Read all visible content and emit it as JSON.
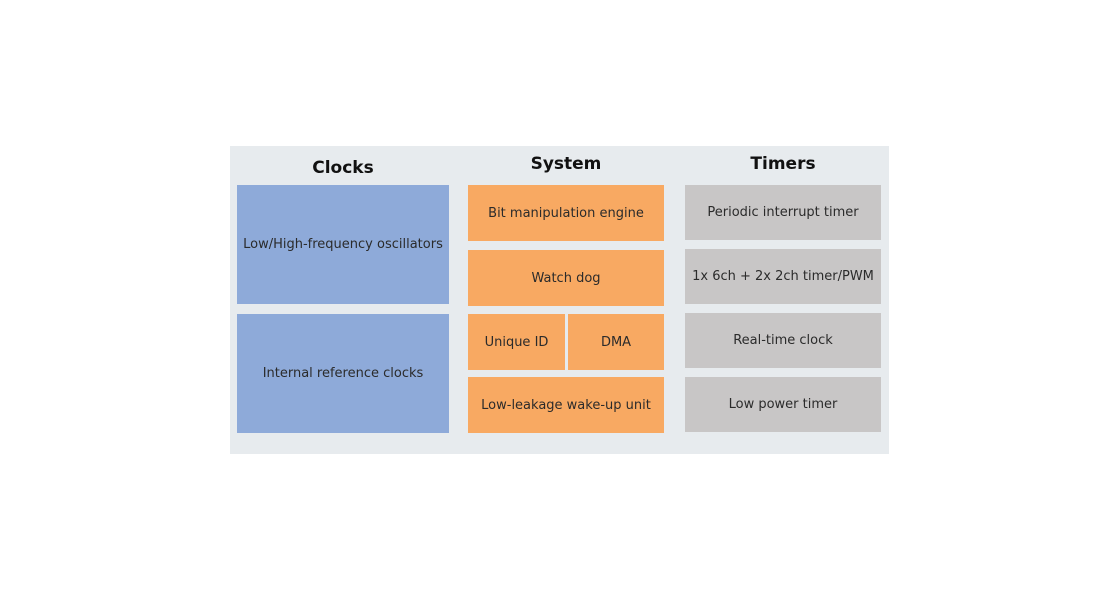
{
  "columns": {
    "clocks": {
      "title": "Clocks",
      "items": [
        "Low/High-frequency oscillators",
        "Internal reference clocks"
      ]
    },
    "system": {
      "title": "System",
      "items": [
        "Bit manipulation engine",
        "Watch dog",
        "Unique ID",
        "DMA",
        "Low-leakage wake-up unit"
      ]
    },
    "timers": {
      "title": "Timers",
      "items": [
        "Periodic interrupt timer",
        "1x 6ch + 2x 2ch timer/PWM",
        "Real-time clock",
        "Low power timer"
      ]
    }
  },
  "colors": {
    "panel_bg": "#e7ebee",
    "clocks_block": "#8eaad9",
    "system_block": "#f8a962",
    "timers_block": "#c8c6c6"
  }
}
